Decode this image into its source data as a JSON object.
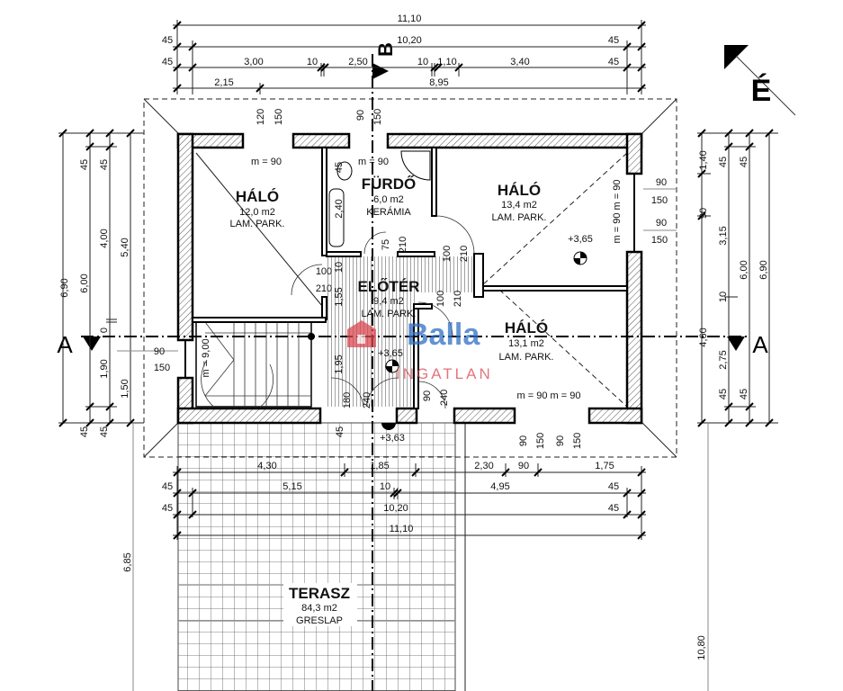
{
  "plan": {
    "rooms": [
      {
        "name": "HÁLÓ",
        "area": "12,0 m2",
        "floor": "LAM. PARK."
      },
      {
        "name": "FÜRDŐ",
        "area": "6,0 m2",
        "floor": "KERÁMIA"
      },
      {
        "name": "HÁLÓ",
        "area": "13,4 m2",
        "floor": "LAM. PARK."
      },
      {
        "name": "ELŐTÉR",
        "area": "9,4 m2",
        "floor": "LAM. PARK."
      },
      {
        "name": "HÁLÓ",
        "area": "13,1 m2",
        "floor": "LAM. PARK."
      },
      {
        "name": "TERASZ",
        "area": "84,3 m2",
        "floor": "GRESLAP"
      }
    ],
    "section_markers": {
      "a_left": "A",
      "a_right": "A",
      "b": "B"
    },
    "north_label": "É",
    "dims": {
      "top": [
        "11,10",
        "45",
        "10,20",
        "45",
        "45",
        "3,00",
        "10",
        "2,50",
        "10",
        "1,10",
        "3,40",
        "45",
        "2,15",
        "8,95"
      ],
      "bottom": [
        "4,30",
        "1,85",
        "2,30",
        "90",
        "1,75",
        "45",
        "5,15",
        "10",
        "4,95",
        "45",
        "45",
        "10,20",
        "45",
        "11,10"
      ],
      "left": [
        "45",
        "45",
        "6,90",
        "6,00",
        "4,00",
        "5,40",
        "0",
        "1,90",
        "1,50",
        "45",
        "45",
        "90",
        "150",
        "6,85"
      ],
      "right": [
        "1,40",
        "45",
        "45",
        "90",
        "3,15",
        "10",
        "6,00",
        "6,90",
        "4,60",
        "2,75",
        "45",
        "45",
        "90",
        "150",
        "90",
        "150",
        "10,80"
      ],
      "interior": [
        "m = 90",
        "m = 90",
        "120",
        "150",
        "90",
        "150",
        "45",
        "2,40",
        "m = 90 m = 90",
        "+3,65",
        "100",
        "210",
        "10",
        "1,55",
        "75",
        "210",
        "100",
        "210",
        "100",
        "210",
        "+3,65",
        "1,95",
        "m = 9,00",
        "180",
        "240",
        "90",
        "240",
        "m = 90 m = 90",
        "45",
        "+3,63",
        "90",
        "150",
        "90",
        "150"
      ]
    },
    "watermark": {
      "brand": "Balla",
      "sub": "INGATLAN",
      "brand_color": "#2f6fc4",
      "sub_color": "#d9484f"
    }
  }
}
